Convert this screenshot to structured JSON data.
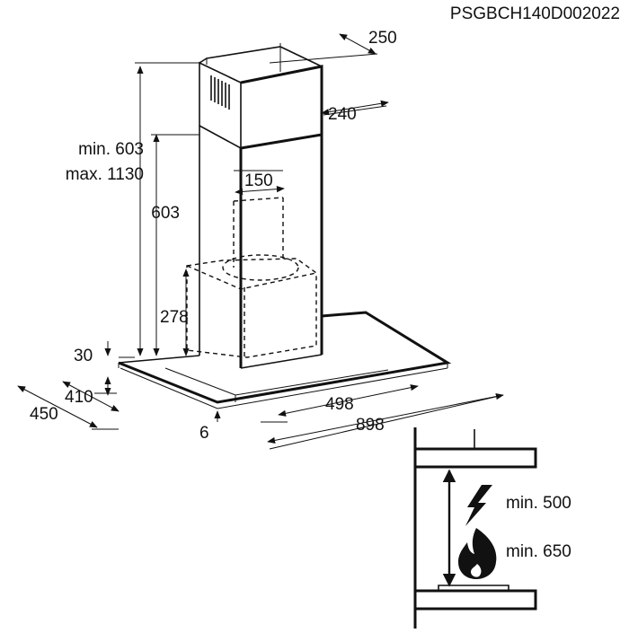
{
  "model_code": "PSGBCH140D002022",
  "dimensions": {
    "chimney_depth": "250",
    "chimney_width": "240",
    "chimney_min": "min. 603",
    "chimney_max": "max. 1130",
    "lower_chimney": "603",
    "outlet": "150",
    "motor_height": "278",
    "canopy_height": "30",
    "canopy_depth_inner": "410",
    "canopy_depth_outer": "450",
    "glass_thickness": "6",
    "canopy_width_inner": "498",
    "canopy_width_outer": "898"
  },
  "clearance": {
    "electric": "min. 500",
    "gas": "min. 650"
  }
}
